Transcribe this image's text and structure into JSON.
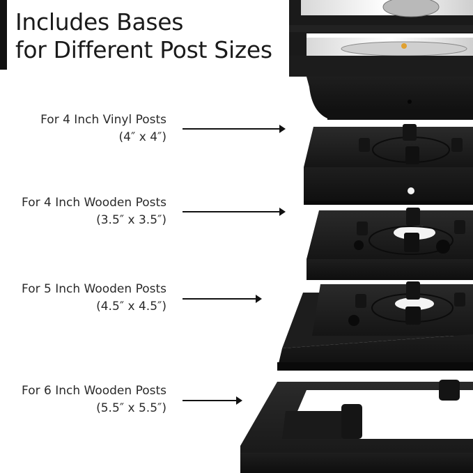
{
  "headline": {
    "line1": "Includes Bases",
    "line2": "for Different Post Sizes"
  },
  "bases": [
    {
      "title": "For 4 Inch Vinyl Posts",
      "size": "(4″ x 4″)"
    },
    {
      "title": "For 4 Inch Wooden Posts",
      "size": "(3.5″ x 3.5″)"
    },
    {
      "title": "For 5 Inch Wooden Posts",
      "size": "(4.5″ x 4.5″)"
    },
    {
      "title": "For 6 Inch Wooden Posts",
      "size": "(5.5″ x 5.5″)"
    }
  ],
  "colors": {
    "text": "#2a2a2a",
    "accent": "#111111",
    "product": "#1c1c1c"
  }
}
